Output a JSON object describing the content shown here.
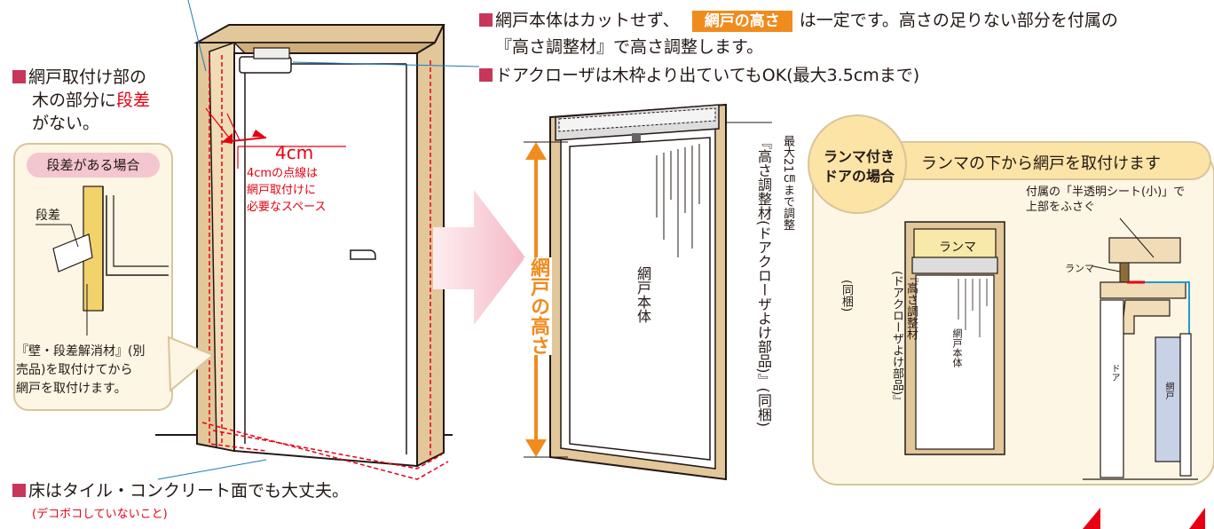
{
  "colors": {
    "accent": "#c8365a",
    "red": "#e60012",
    "orange": "#f08c1e",
    "wood": "#e2c79a",
    "panel_bg": "#fdf6e4",
    "panel_border": "#d8c59a",
    "pink_tag": "#f4c6cf",
    "badge_bg": "#fbe4a6"
  },
  "left": {
    "note_step_line1": "網戸取付け部の",
    "note_step_line2_a": "木の部分に",
    "note_step_line2_red": "段差",
    "note_step_line3": "がない。",
    "step_box_title": "段差がある場合",
    "step_label": "段差",
    "step_caption_1": "『壁・段差解消材』(別",
    "step_caption_2": "売品)を取付けてから",
    "step_caption_3": "網戸を取付けます。",
    "dim_4cm": "4cm",
    "space_note_1": "4cmの点線は",
    "space_note_2": "網戸取付けに",
    "space_note_3": "必要なスペース",
    "floor_note": "床はタイル・コンクリート面でも大丈夫。",
    "floor_sub": "(デコボコしていないこと)"
  },
  "top": {
    "note1_a": "網戸本体はカットせず、",
    "note1_badge": "網戸の高さ",
    "note1_b": "は一定です。高さの足りない部分を付属の",
    "note1_c": "『高さ調整材』で高さ調整します。",
    "note2": "ドアクローザは木枠より出ていてもOK(最大3.5cmまで)"
  },
  "center": {
    "height_label": "網戸の高さ",
    "body_label": "網戸本体",
    "max_label": "最大21㎝まで調整",
    "adjuster_label": "『高さ調整材(ドアクローザよけ部品)』(同梱)"
  },
  "right": {
    "badge_line1": "ランマ付き",
    "badge_line2": "ドアの場合",
    "header": "ランマの下から網戸を取付けます",
    "ranma_label": "ランマ",
    "adjuster_label_1": "『高さ調整材",
    "adjuster_label_2": "(ドアクローザよけ部品)』",
    "adjuster_label_3": "(同梱)",
    "body_label": "網戸本体",
    "sheet_note_1": "付属の「半透明シート(小)」で",
    "sheet_note_2": "上部をふさぐ",
    "ranma_small": "ランマ",
    "door_small": "ドア",
    "screen_small": "網戸"
  }
}
